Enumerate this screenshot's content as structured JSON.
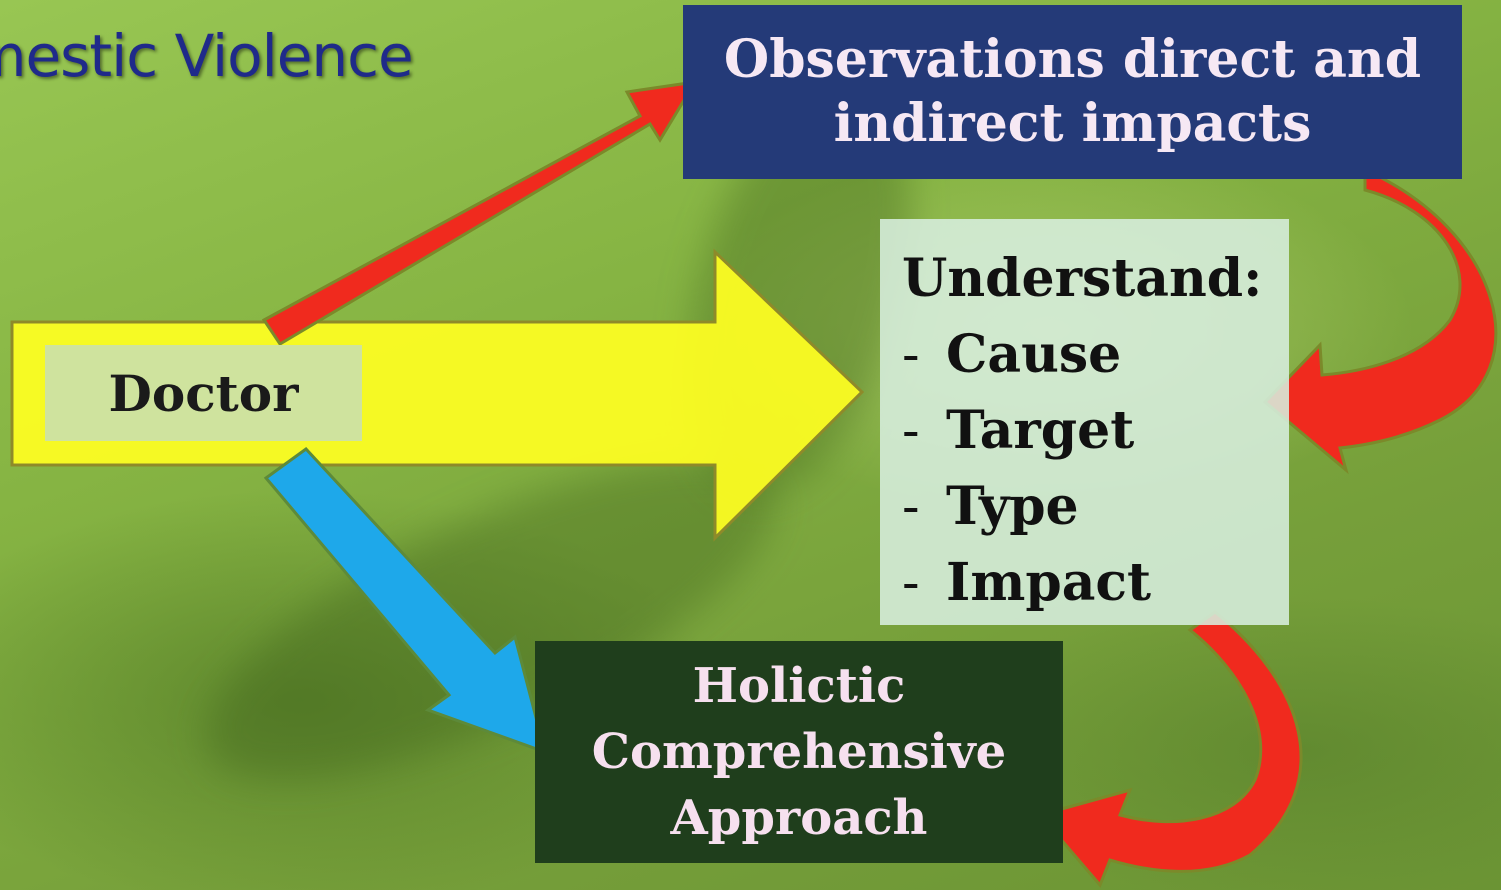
{
  "title": "mestic Violence",
  "doctor": "Doctor",
  "observations": {
    "line1": "Observations direct and",
    "line2": "indirect impacts"
  },
  "understand": {
    "heading": "Understand:",
    "items": [
      "Cause",
      "Target",
      "Type",
      "Impact"
    ]
  },
  "approach": {
    "line1": "Holictic",
    "line2": "Comprehensive",
    "line3": "Approach"
  },
  "colors": {
    "red_arrow": "#f02a1e",
    "yellow_arrow": "#ffff22",
    "blue_arrow": "#1ea8ea",
    "obs_box": "#243a78",
    "approach_box": "#1f3e1c",
    "title": "#1f2a8a"
  }
}
